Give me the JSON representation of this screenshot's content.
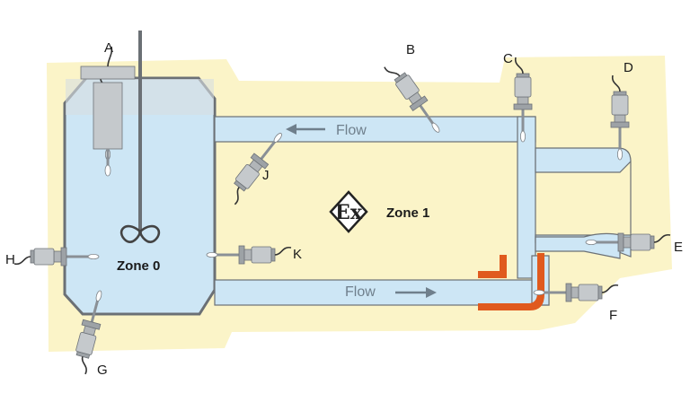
{
  "diagram": {
    "zone_process": "Zone 0",
    "zone_ambient": "Zone 1",
    "ex_mark": "Ex",
    "flow_top": "Flow",
    "flow_bottom": "Flow",
    "sensors": {
      "A": "A",
      "B": "B",
      "C": "C",
      "D": "D",
      "E": "E",
      "F": "F",
      "G": "G",
      "H": "H",
      "J": "J",
      "K": "K"
    }
  },
  "colors": {
    "zone1_fill": "#fbf4c8",
    "process_fill": "#cde6f5",
    "vessel_wall": "#6b7075",
    "heated_section": "#e05a1e",
    "flow_arrow": "#6f7f8c",
    "sensor_body": "#bfc3c6"
  }
}
